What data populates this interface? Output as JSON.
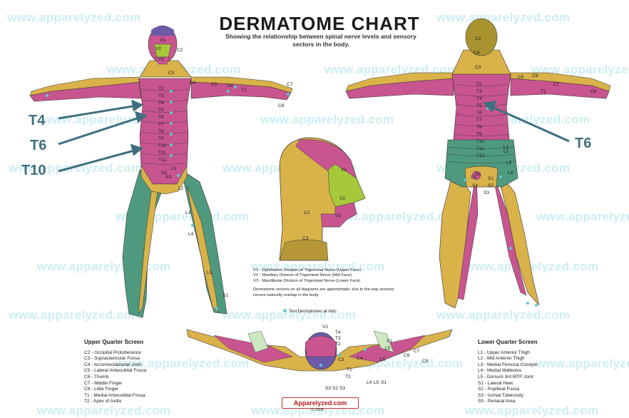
{
  "title": "DERMATOME CHART",
  "subtitle": "Showing the relationship between spinal nerve levels and sensory sectors in the body.",
  "watermark": "www.apparelyzed.com",
  "callouts": {
    "t4": "T4",
    "t6_front": "T6",
    "t10": "T10",
    "t6_back": "T6"
  },
  "front_labels": [
    "V1",
    "V2",
    "V3",
    "C2",
    "C3",
    "C4",
    "C5",
    "C6",
    "C7",
    "C8",
    "T1",
    "T2",
    "T3",
    "T4",
    "T5",
    "T6",
    "T7",
    "T8",
    "T9",
    "T10",
    "T11",
    "T12",
    "L1",
    "L2",
    "L3",
    "L4",
    "L5",
    "S1",
    "S2",
    "S3"
  ],
  "back_labels": [
    "C2",
    "C3",
    "C4",
    "C5",
    "C6",
    "C7",
    "C8",
    "T1",
    "T2",
    "T3",
    "T4",
    "T5",
    "T6",
    "T7",
    "T8",
    "T9",
    "T10",
    "T11",
    "T12",
    "L1",
    "L2",
    "L3",
    "L4",
    "L5",
    "S1",
    "S2",
    "S3",
    "S4",
    "S5"
  ],
  "head_labels": [
    "V1",
    "V2",
    "V3",
    "C2",
    "C3"
  ],
  "bottom_labels": [
    "V2",
    "T4",
    "T3",
    "T2",
    "C3",
    "C4",
    "C5",
    "C6",
    "C7",
    "C8",
    "T1",
    "T2",
    "L4",
    "L5",
    "S1",
    "S2",
    "S3",
    "L5",
    "S1",
    "S3"
  ],
  "trigeminal_notes": [
    "V1 - Ophthalmic Division of Trigeminal Nerve  (Upper Face)",
    "V2 - Maxillary Division of Trigeminal Nerve  (Mid Face)",
    "V3 - Mandibular Division of Trigeminal Nerve  (Lower Face)"
  ],
  "approx_note": "Dermatome sectors on all diagrams are approximate, due to the way sensory nerves naturally overlap in the body.",
  "test_note": "Test Dermatomes at dots",
  "upper_quarter": {
    "heading": "Upper Quarter Screen",
    "items": [
      "C2 - Occipital Protuberance",
      "C3 - Supraclavicular Fossa",
      "C4 - Acromioclavicular Joint",
      "C5 - Lateral Antecubital Fossa",
      "C6 - Thumb",
      "C7 - Middle Finger",
      "C8 - Little Finger",
      "T1 - Medial Antecubital Fossa",
      "T2 - Apex of Axilla"
    ]
  },
  "lower_quarter": {
    "heading": "Lower Quarter Screen",
    "items": [
      "L1 - Upper Anterior Thigh",
      "L2 - Mid Anterior Thigh",
      "L3 - Medial Femoral Condyle",
      "L4 - Medial Malleolus",
      "L5 - Dorsum 3rd MTP Joint",
      "S1 - Lateral Heel",
      "S2 - Popliteal Fossa",
      "S3 - Ischial Tuberosity",
      "S5 - Perianal Area"
    ]
  },
  "logo": "Apparelyzed.com",
  "copyright": "© 2004",
  "colors": {
    "yellow": "#d9b24a",
    "magenta": "#c8558f",
    "green": "#4f9a7e",
    "lime": "#a6c83a",
    "callout": "#3f6f7f",
    "watermark": "#cdeef2",
    "dots": "#5fc8d8"
  }
}
